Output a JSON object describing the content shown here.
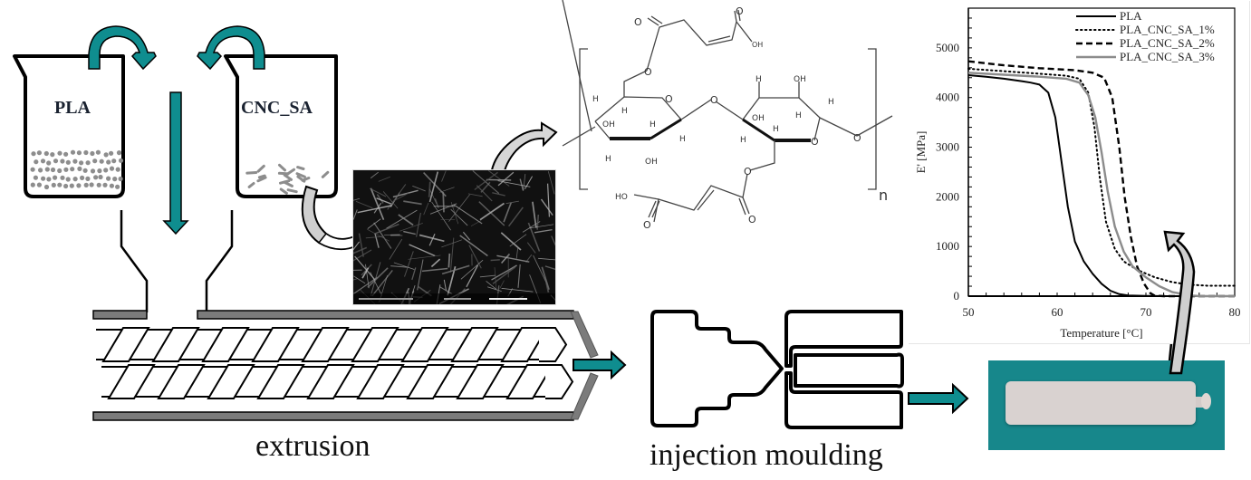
{
  "beakers": {
    "left_label": "PLA",
    "right_label": "CNC_SA"
  },
  "stages": {
    "extrusion_label": "extrusion",
    "injection_label": "injection moulding"
  },
  "structure": {
    "repeat_subscript": "n",
    "atom_labels": {
      "o": "O",
      "oh": "OH",
      "ho": "HO",
      "h": "H"
    }
  },
  "colors": {
    "teal_arrow": "#0f8d8f",
    "barrel_gray": "#7b7b7b",
    "specimen_bg": "#17878b",
    "specimen_bar": "#d9d2d0"
  },
  "chart_data": {
    "type": "line",
    "title": "",
    "xlabel": "Temperature [°C]",
    "ylabel": "E' [MPa]",
    "xlim": [
      50,
      80
    ],
    "ylim": [
      0,
      5800
    ],
    "x_ticks": [
      50,
      60,
      70,
      80
    ],
    "y_ticks": [
      0,
      1000,
      2000,
      3000,
      4000,
      5000
    ],
    "grid": false,
    "legend_position": "top-right",
    "series": [
      {
        "name": "PLA",
        "style": "solid-black",
        "points": [
          [
            50,
            4450
          ],
          [
            52,
            4420
          ],
          [
            54,
            4380
          ],
          [
            56,
            4330
          ],
          [
            57,
            4300
          ],
          [
            58,
            4260
          ],
          [
            59,
            4100
          ],
          [
            59.8,
            3600
          ],
          [
            60.5,
            2700
          ],
          [
            61.2,
            1800
          ],
          [
            62,
            1100
          ],
          [
            63,
            700
          ],
          [
            64,
            450
          ],
          [
            65,
            250
          ],
          [
            66,
            110
          ],
          [
            67,
            40
          ],
          [
            68,
            15
          ],
          [
            70,
            5
          ],
          [
            72,
            0
          ],
          [
            80,
            0
          ]
        ]
      },
      {
        "name": "PLA_CNC_SA_1%",
        "style": "dotted-black",
        "points": [
          [
            50,
            4580
          ],
          [
            54,
            4530
          ],
          [
            58,
            4480
          ],
          [
            61,
            4440
          ],
          [
            62.5,
            4380
          ],
          [
            63.5,
            4100
          ],
          [
            64.2,
            3400
          ],
          [
            64.8,
            2400
          ],
          [
            65.5,
            1500
          ],
          [
            66.5,
            950
          ],
          [
            67.5,
            700
          ],
          [
            69,
            530
          ],
          [
            71,
            380
          ],
          [
            73,
            280
          ],
          [
            75,
            230
          ],
          [
            77,
            210
          ],
          [
            80,
            210
          ]
        ]
      },
      {
        "name": "PLA_CNC_SA_2%",
        "style": "dashed-black",
        "points": [
          [
            50,
            4730
          ],
          [
            54,
            4650
          ],
          [
            58,
            4590
          ],
          [
            62,
            4550
          ],
          [
            64,
            4500
          ],
          [
            65.3,
            4400
          ],
          [
            66.2,
            4000
          ],
          [
            67,
            3000
          ],
          [
            67.6,
            2000
          ],
          [
            68.3,
            1200
          ],
          [
            69,
            600
          ],
          [
            69.8,
            250
          ],
          [
            70.5,
            60
          ],
          [
            71,
            10
          ],
          [
            72,
            0
          ],
          [
            80,
            0
          ]
        ]
      },
      {
        "name": "PLA_CNC_SA_3%",
        "style": "solid-gray",
        "points": [
          [
            50,
            4500
          ],
          [
            54,
            4460
          ],
          [
            58,
            4420
          ],
          [
            61,
            4380
          ],
          [
            62.5,
            4300
          ],
          [
            63.5,
            4050
          ],
          [
            64.3,
            3600
          ],
          [
            65,
            2900
          ],
          [
            65.7,
            2100
          ],
          [
            66.5,
            1400
          ],
          [
            67.5,
            900
          ],
          [
            68.5,
            600
          ],
          [
            70,
            380
          ],
          [
            71.5,
            200
          ],
          [
            73,
            80
          ],
          [
            75,
            15
          ],
          [
            76,
            0
          ],
          [
            80,
            0
          ]
        ]
      }
    ]
  }
}
